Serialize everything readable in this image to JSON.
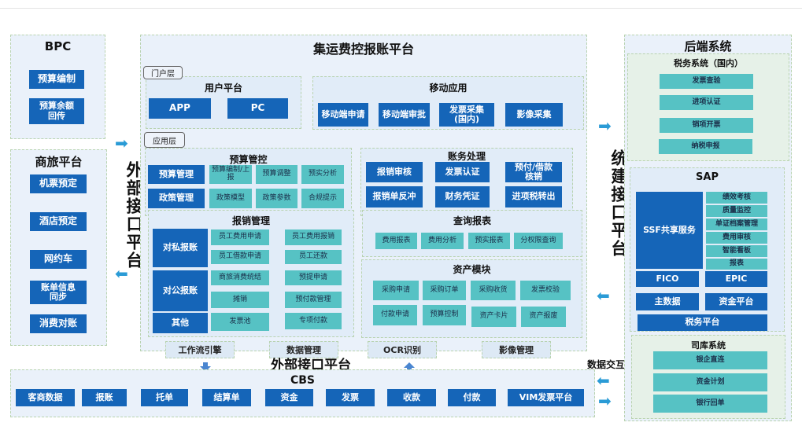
{
  "bpc": {
    "title": "BPC",
    "items": [
      "预算编制",
      "预算余额回传"
    ]
  },
  "travel": {
    "title": "商旅平台",
    "items": [
      "机票预定",
      "酒店预定",
      "网约车",
      "账单信息同步",
      "消费对账"
    ]
  },
  "left_interface": "外部接口平台",
  "main": {
    "title": "集运费控报账平台",
    "portal_label": "门户层",
    "app_label": "应用层",
    "user_platform": {
      "title": "用户平台",
      "items": [
        "APP",
        "PC"
      ]
    },
    "mobile": {
      "title": "移动应用",
      "items": [
        "移动端申请",
        "移动端审批",
        "发票采集(国内)",
        "影像采集"
      ]
    },
    "budget": {
      "title": "预算管控",
      "rows": [
        [
          "预算管理",
          "预算编制/上报",
          "预算调整",
          "预实分析"
        ],
        [
          "政策管理",
          "政策模型",
          "政策参数",
          "合规提示"
        ]
      ]
    },
    "accounting": {
      "title": "账务处理",
      "items": [
        "报销审核",
        "发票认证",
        "预付/借款核销",
        "报销单反冲",
        "财务凭证",
        "进项税转出"
      ]
    },
    "reimburse": {
      "title": "报销管理",
      "groups": [
        "对私报账",
        "对公报账",
        "其他"
      ],
      "col1": [
        "员工费用申请",
        "员工借款申请",
        "商旅消费统结",
        "摊销",
        "发票池"
      ],
      "col2": [
        "员工费用报销",
        "员工还款",
        "预提申请",
        "预付款管理",
        "专项付款"
      ]
    },
    "query": {
      "title": "查询报表",
      "items": [
        "费用报表",
        "费用分析",
        "预实报表",
        "分权限查询"
      ]
    },
    "asset": {
      "title": "资产模块",
      "items": [
        "采购申请",
        "采购订单",
        "采购收货",
        "发票校验",
        "付款申请",
        "预算控制",
        "资产卡片",
        "资产报废"
      ]
    },
    "bottom": [
      "工作流引擎",
      "数据管理",
      "OCR识别",
      "影像管理"
    ]
  },
  "bottom_interface": "外部接口平台",
  "data_exchange": "数据交互",
  "cbs": {
    "title": "CBS",
    "items": [
      "客商数据",
      "报账",
      "托单",
      "结算单",
      "资金",
      "发票",
      "收款",
      "付款",
      "VIM发票平台"
    ]
  },
  "right_interface": "统建接口平台",
  "backend": {
    "title": "后端系统",
    "tax": {
      "title": "税务系统（国内）",
      "items": [
        "发票查验",
        "进项认证",
        "销项开票",
        "纳税申报"
      ]
    },
    "sap": {
      "title": "SAP",
      "ssf": "SSF共享服务",
      "ssf_items": [
        "绩效考核",
        "质量监控",
        "单证档案管理",
        "费用审核",
        "智能看板",
        "报表"
      ],
      "fico": "FICO",
      "epic": "EPIC",
      "master": "主数据",
      "fund": "资金平台",
      "taxplat": "税务平台"
    },
    "treasury": {
      "title": "司库系统",
      "items": [
        "银企直连",
        "资金计划",
        "银行回单"
      ]
    }
  },
  "colors": {
    "dark_blue": "#1565b8",
    "teal": "#56c2c4",
    "arrow": "#2a9bd6"
  }
}
